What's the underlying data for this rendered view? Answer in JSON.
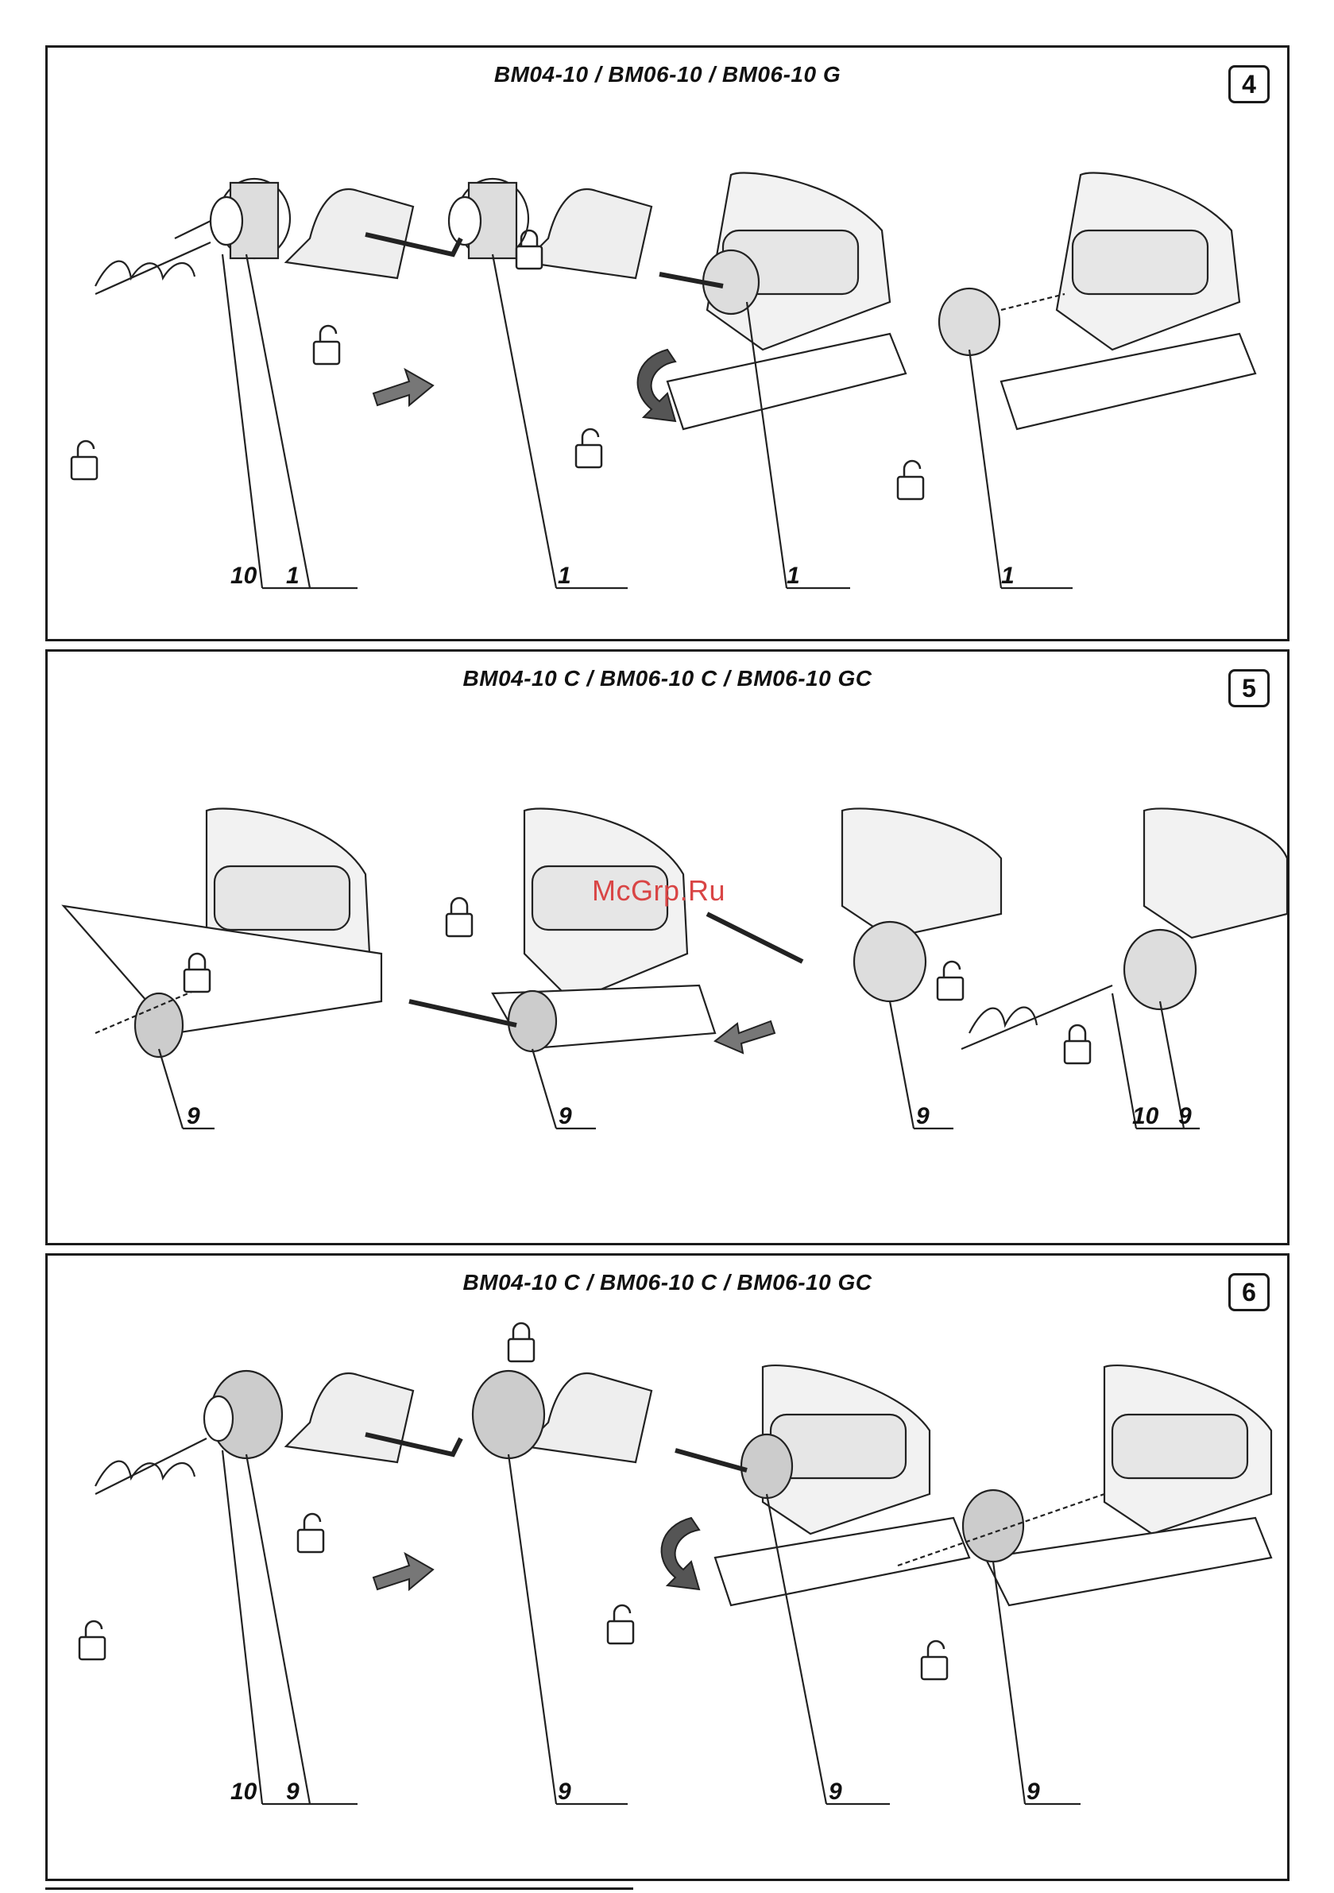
{
  "panels": [
    {
      "title": "BM04-10 / BM06-10 / BM06-10 G",
      "number": "4",
      "callouts": [
        "10",
        "1",
        "1",
        "1",
        "1"
      ]
    },
    {
      "title": "BM04-10 C / BM06-10 C / BM06-10 GC",
      "number": "5",
      "callouts": [
        "9",
        "9",
        "9",
        "10",
        "9"
      ]
    },
    {
      "title": "BM04-10 C / BM06-10 C / BM06-10 GC",
      "number": "6",
      "callouts": [
        "10",
        "9",
        "9",
        "9",
        "9"
      ]
    }
  ],
  "watermark": "McGrp.Ru",
  "icons": [
    "lock-open-icon",
    "lock-closed-icon",
    "rotate-arrow-icon",
    "push-arrow-icon",
    "hex-key-icon",
    "drill-icon"
  ]
}
